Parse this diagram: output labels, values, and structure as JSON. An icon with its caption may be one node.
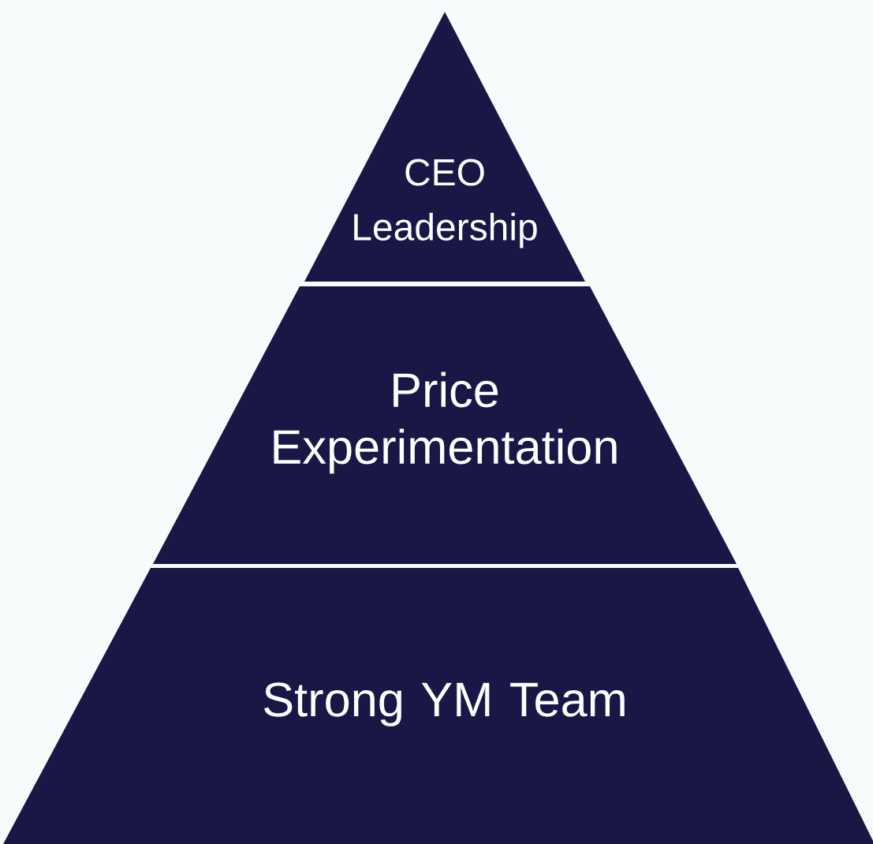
{
  "diagram": {
    "nodes": [
      {
        "text": [
          "CEO Leadership"
        ]
      },
      {
        "text": [
          "Price Experimentation"
        ]
      },
      {
        "text": [
          "Strong YM Team"
        ]
      }
    ]
  }
}
